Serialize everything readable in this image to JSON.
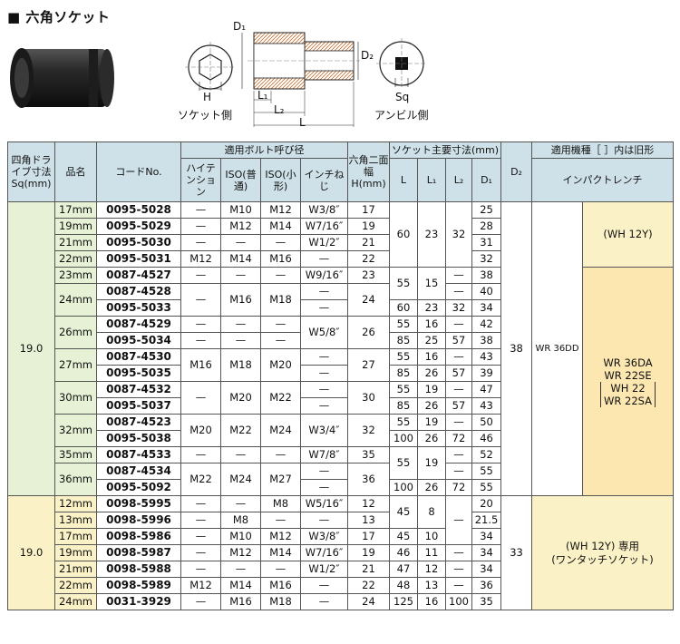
{
  "title": "■ 六角ソケット",
  "fig": {
    "socket_side": "ソケット側",
    "anvil_side": "アンビル側",
    "H": "H",
    "L1": "L₁",
    "L2": "L₂",
    "L": "L",
    "D1": "D₁",
    "D2": "D₂",
    "Sq": "Sq"
  },
  "headers": {
    "drive": "四角ドライブ寸法Sq(mm)",
    "name": "品名",
    "code": "コードNo.",
    "bolt": "適用ボルト呼び径",
    "hiten": "ハイテンション",
    "iso_std": "ISO(普通)",
    "iso_small": "ISO(小形)",
    "inch": "インチねじ",
    "hex": "六角二面幅H(mm)",
    "dims": "ソケット主要寸法(mm)",
    "L": "L",
    "L1": "L₁",
    "L2": "L₂",
    "D1": "D₁",
    "D2": "D₂",
    "models": "適用機種［ ］内は旧形",
    "impact": "インパクトレンチ"
  },
  "section1": {
    "drive": "19.0",
    "rows": [
      {
        "name": "17mm",
        "code": "0095-5028",
        "hi": "—",
        "iso": "M10",
        "isos": "M12",
        "inch": "W3/8″",
        "H": "17",
        "L": "",
        "L1": "",
        "L2": "",
        "D1": "25"
      },
      {
        "name": "19mm",
        "code": "0095-5029",
        "hi": "—",
        "iso": "M12",
        "isos": "M14",
        "inch": "W7/16″",
        "H": "19",
        "L": "60",
        "L1": "23",
        "L2": "32",
        "D1": "28"
      },
      {
        "name": "21mm",
        "code": "0095-5030",
        "hi": "—",
        "iso": "—",
        "isos": "—",
        "inch": "W1/2″",
        "H": "21",
        "L": "",
        "L1": "",
        "L2": "",
        "D1": "31"
      },
      {
        "name": "22mm",
        "code": "0095-5031",
        "hi": "M12",
        "iso": "M14",
        "isos": "M16",
        "inch": "—",
        "H": "22",
        "L": "",
        "L1": "",
        "L2": "",
        "D1": "32"
      },
      {
        "name": "23mm",
        "code": "0087-4527",
        "hi": "—",
        "iso": "—",
        "isos": "—",
        "inch": "W9/16″",
        "H": "23",
        "L": "55",
        "L1": "15",
        "L2": "—",
        "D1": "38"
      },
      {
        "name": "24mm",
        "code": "0087-4528",
        "hi": "—",
        "iso": "M16",
        "isos": "M18",
        "inch": "—",
        "H": "24",
        "L": "",
        "L1": "",
        "L2": "—",
        "D1": "40"
      },
      {
        "name": "",
        "code": "0095-5033",
        "hi": "",
        "iso": "",
        "isos": "",
        "inch": "—",
        "H": "",
        "L": "60",
        "L1": "23",
        "L2": "32",
        "D1": "34"
      },
      {
        "name": "26mm",
        "code": "0087-4529",
        "hi": "—",
        "iso": "—",
        "isos": "—",
        "inch": "W5/8″",
        "H": "26",
        "L": "55",
        "L1": "16",
        "L2": "—",
        "D1": "42"
      },
      {
        "name": "",
        "code": "0095-5034",
        "hi": "—",
        "iso": "—",
        "isos": "—",
        "inch": "",
        "H": "",
        "L": "85",
        "L1": "25",
        "L2": "57",
        "D1": "38"
      },
      {
        "name": "27mm",
        "code": "0087-4530",
        "hi": "M16",
        "iso": "M18",
        "isos": "M20",
        "inch": "—",
        "H": "27",
        "L": "55",
        "L1": "16",
        "L2": "—",
        "D1": "43"
      },
      {
        "name": "",
        "code": "0095-5035",
        "hi": "",
        "iso": "",
        "isos": "",
        "inch": "—",
        "H": "",
        "L": "85",
        "L1": "26",
        "L2": "57",
        "D1": "39"
      },
      {
        "name": "30mm",
        "code": "0087-4532",
        "hi": "—",
        "iso": "M20",
        "isos": "M22",
        "inch": "—",
        "H": "30",
        "L": "55",
        "L1": "19",
        "L2": "—",
        "D1": "47"
      },
      {
        "name": "",
        "code": "0095-5037",
        "hi": "",
        "iso": "",
        "isos": "",
        "inch": "—",
        "H": "",
        "L": "85",
        "L1": "26",
        "L2": "57",
        "D1": "43"
      },
      {
        "name": "32mm",
        "code": "0087-4523",
        "hi": "M20",
        "iso": "M22",
        "isos": "M24",
        "inch": "W3/4″",
        "H": "32",
        "L": "55",
        "L1": "19",
        "L2": "—",
        "D1": "50"
      },
      {
        "name": "",
        "code": "0095-5038",
        "hi": "",
        "iso": "",
        "isos": "",
        "inch": "",
        "H": "",
        "L": "100",
        "L1": "26",
        "L2": "72",
        "D1": "46"
      },
      {
        "name": "35mm",
        "code": "0087-4533",
        "hi": "—",
        "iso": "—",
        "isos": "—",
        "inch": "W7/8″",
        "H": "35",
        "L": "55",
        "L1": "19",
        "L2": "—",
        "D1": "52"
      },
      {
        "name": "36mm",
        "code": "0087-4534",
        "hi": "M22",
        "iso": "M24",
        "isos": "M27",
        "inch": "—",
        "H": "36",
        "L": "",
        "L1": "",
        "L2": "—",
        "D1": "55"
      },
      {
        "name": "",
        "code": "0095-5092",
        "hi": "",
        "iso": "",
        "isos": "",
        "inch": "—",
        "H": "",
        "L": "100",
        "L1": "26",
        "L2": "72",
        "D1": "55"
      }
    ],
    "D2": "38",
    "model_a": "WR 36DD",
    "model_b": "(WH 12Y)",
    "model_c": [
      "WR 36DA",
      "WR 22SE",
      "WH 22",
      "WR 22SA"
    ]
  },
  "section2": {
    "drive": "19.0",
    "rows": [
      {
        "name": "12mm",
        "code": "0098-5995",
        "hi": "—",
        "iso": "—",
        "isos": "M8",
        "inch": "W5/16″",
        "H": "12",
        "L": "45",
        "L1": "8",
        "L2": "",
        "D1": "20"
      },
      {
        "name": "13mm",
        "code": "0098-5996",
        "hi": "—",
        "iso": "M8",
        "isos": "—",
        "inch": "—",
        "H": "13",
        "L": "",
        "L1": "",
        "L2": "—",
        "D1": "21.5"
      },
      {
        "name": "17mm",
        "code": "0098-5986",
        "hi": "—",
        "iso": "M10",
        "isos": "M12",
        "inch": "W3/8″",
        "H": "17",
        "L": "45",
        "L1": "10",
        "L2": "",
        "D1": "34"
      },
      {
        "name": "19mm",
        "code": "0098-5987",
        "hi": "—",
        "iso": "M12",
        "isos": "M14",
        "inch": "W7/16″",
        "H": "19",
        "L": "46",
        "L1": "11",
        "L2": "—",
        "D1": "34"
      },
      {
        "name": "21mm",
        "code": "0098-5988",
        "hi": "—",
        "iso": "—",
        "isos": "—",
        "inch": "W1/2″",
        "H": "21",
        "L": "47",
        "L1": "12",
        "L2": "—",
        "D1": "34"
      },
      {
        "name": "22mm",
        "code": "0098-5989",
        "hi": "M12",
        "iso": "M14",
        "isos": "M16",
        "inch": "—",
        "H": "22",
        "L": "48",
        "L1": "13",
        "L2": "—",
        "D1": "36"
      },
      {
        "name": "24mm",
        "code": "0031-3929",
        "hi": "—",
        "iso": "M16",
        "isos": "M18",
        "inch": "—",
        "H": "24",
        "L": "125",
        "L1": "16",
        "L2": "100",
        "D1": "35"
      }
    ],
    "D2": "33",
    "model": "(WH 12Y) 専用",
    "model2": "(ワンタッチソケット)"
  }
}
